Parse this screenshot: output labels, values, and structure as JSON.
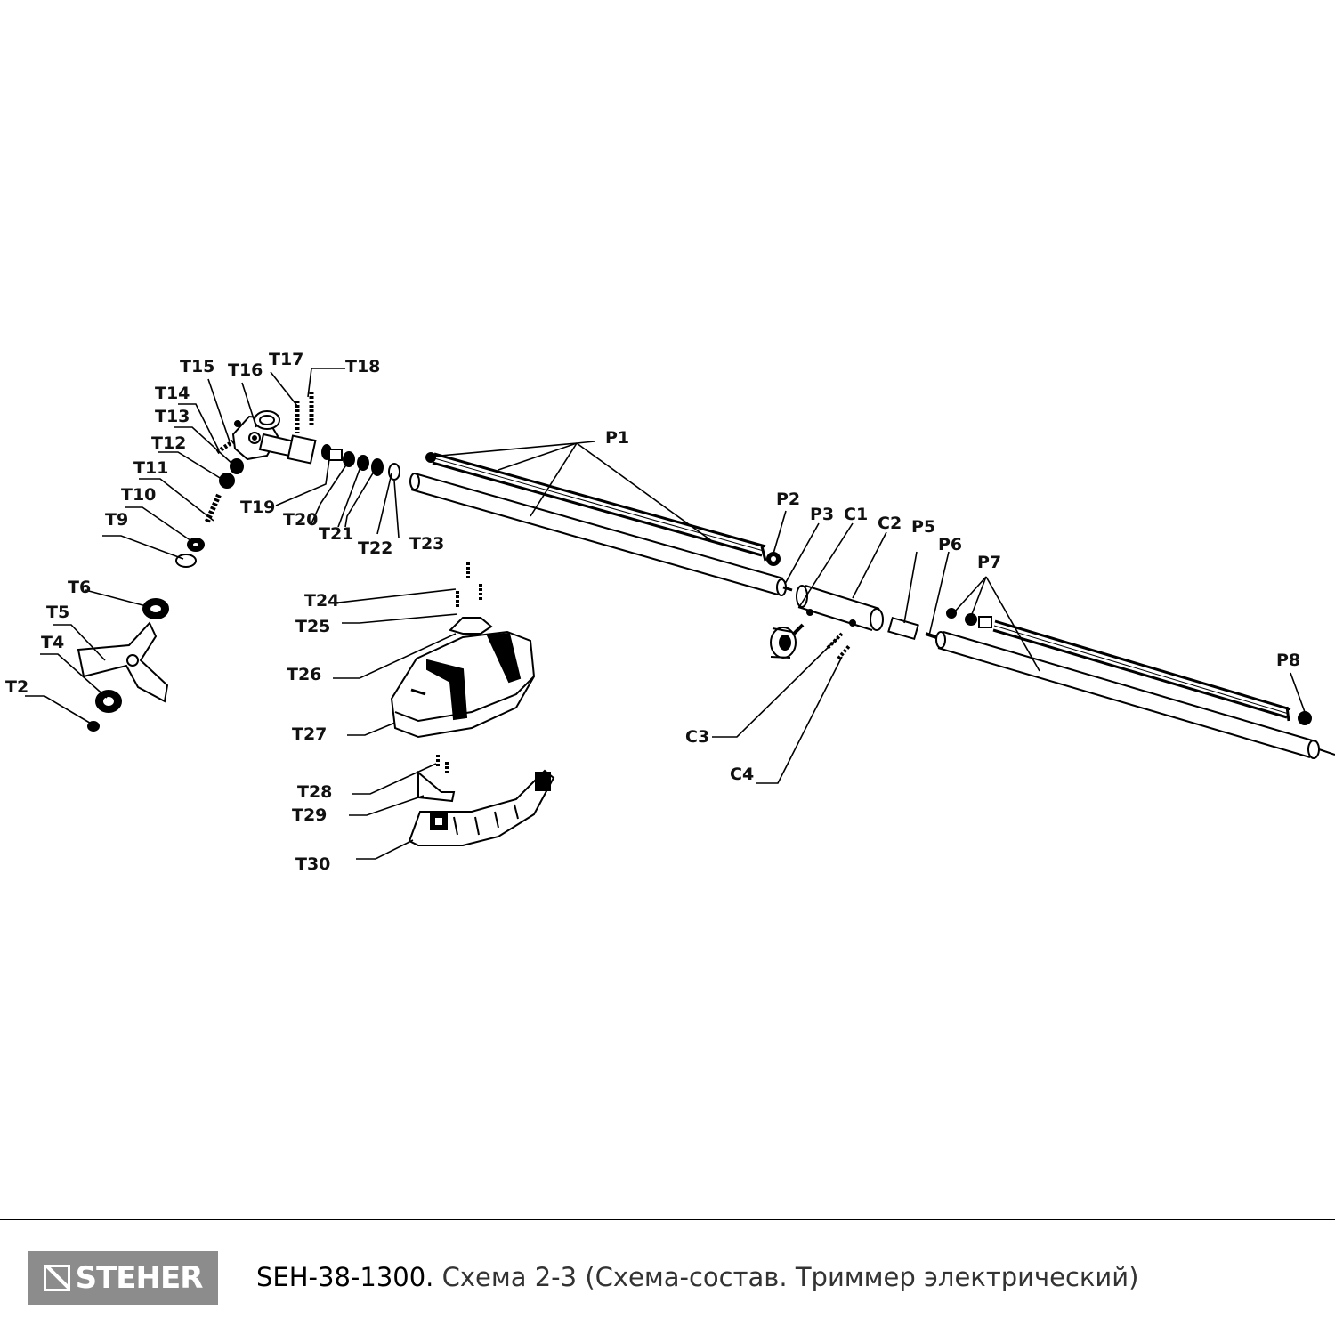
{
  "labels": {
    "T2": "T2",
    "T4": "T4",
    "T5": "T5",
    "T6": "T6",
    "T9": "T9",
    "T10": "T10",
    "T11": "T11",
    "T12": "T12",
    "T13": "T13",
    "T14": "T14",
    "T15": "T15",
    "T16": "T16",
    "T17": "T17",
    "T18": "T18",
    "T19": "T19",
    "T20": "T20",
    "T21": "T21",
    "T22": "T22",
    "T23": "T23",
    "T24": "T24",
    "T25": "T25",
    "T26": "T26",
    "T27": "T27",
    "T28": "T28",
    "T29": "T29",
    "T30": "T30",
    "P1": "P1",
    "P2": "P2",
    "P3": "P3",
    "P5": "P5",
    "P6": "P6",
    "P7": "P7",
    "P8": "P8",
    "C1": "C1",
    "C2": "C2",
    "C3": "C3",
    "C4": "C4"
  },
  "footer": {
    "brand": "STEHER",
    "model": "SEH-38-1300.",
    "description": "Схема 2-3 (Схема-состав. Триммер электрический)"
  }
}
